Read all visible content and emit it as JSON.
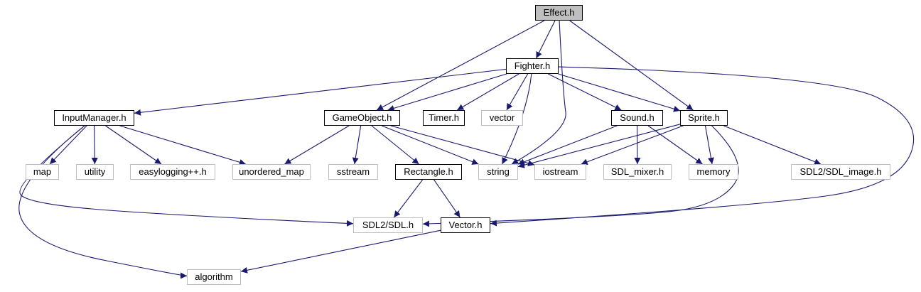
{
  "colors": {
    "edge": "#191970",
    "local_border": "#000000",
    "sys_border": "#bfbfbf",
    "root_fill": "#bfbfbf"
  },
  "nodes": {
    "effect": "Effect.h",
    "fighter": "Fighter.h",
    "inputmanager": "InputManager.h",
    "gameobject": "GameObject.h",
    "timer": "Timer.h",
    "vector_std": "vector",
    "sound": "Sound.h",
    "sprite": "Sprite.h",
    "map": "map",
    "utility": "utility",
    "easylogging": "easylogging++.h",
    "unordered_map": "unordered_map",
    "sstream": "sstream",
    "rectangle": "Rectangle.h",
    "string": "string",
    "iostream": "iostream",
    "sdl_mixer": "SDL_mixer.h",
    "memory": "memory",
    "sdl_image": "SDL2/SDL_image.h",
    "sdl": "SDL2/SDL.h",
    "vector_h": "Vector.h",
    "algorithm": "algorithm"
  },
  "edges": [
    [
      "effect",
      "fighter"
    ],
    [
      "effect",
      "gameobject"
    ],
    [
      "effect",
      "string"
    ],
    [
      "effect",
      "sprite"
    ],
    [
      "fighter",
      "inputmanager"
    ],
    [
      "fighter",
      "gameobject"
    ],
    [
      "fighter",
      "timer"
    ],
    [
      "fighter",
      "vector_std"
    ],
    [
      "fighter",
      "string"
    ],
    [
      "fighter",
      "sound"
    ],
    [
      "fighter",
      "sprite"
    ],
    [
      "fighter",
      "vector_h"
    ],
    [
      "inputmanager",
      "map"
    ],
    [
      "inputmanager",
      "utility"
    ],
    [
      "inputmanager",
      "easylogging"
    ],
    [
      "inputmanager",
      "unordered_map"
    ],
    [
      "inputmanager",
      "sdl"
    ],
    [
      "inputmanager",
      "algorithm"
    ],
    [
      "gameobject",
      "unordered_map"
    ],
    [
      "gameobject",
      "sstream"
    ],
    [
      "gameobject",
      "rectangle"
    ],
    [
      "gameobject",
      "string"
    ],
    [
      "gameobject",
      "iostream"
    ],
    [
      "sound",
      "string"
    ],
    [
      "sound",
      "sdl_mixer"
    ],
    [
      "sound",
      "memory"
    ],
    [
      "sprite",
      "string"
    ],
    [
      "sprite",
      "iostream"
    ],
    [
      "sprite",
      "memory"
    ],
    [
      "sprite",
      "sdl_image"
    ],
    [
      "sprite",
      "sdl"
    ],
    [
      "rectangle",
      "sdl"
    ],
    [
      "rectangle",
      "vector_h"
    ],
    [
      "vector_h",
      "algorithm"
    ]
  ]
}
